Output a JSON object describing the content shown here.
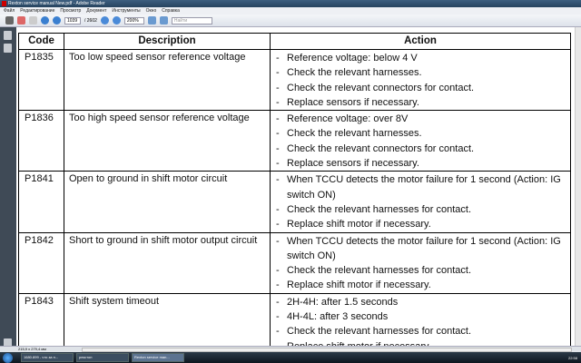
{
  "window": {
    "title": "Rexton service manual New.pdf - Adobe Reader"
  },
  "menu": [
    "Файл",
    "Редактирование",
    "Просмотр",
    "Документ",
    "Инструменты",
    "Окно",
    "Справка"
  ],
  "toolbar": {
    "page_current": "1039",
    "page_total": "/ 2602",
    "zoom": "200%",
    "search_placeholder": "Найти"
  },
  "table": {
    "headers": [
      "Code",
      "Description",
      "Action"
    ],
    "rows": [
      {
        "code": "P1835",
        "description": "Too low speed sensor reference voltage",
        "actions": [
          "Reference voltage: below 4 V",
          "Check the relevant harnesses.",
          "Check the relevant connectors for contact.",
          "Replace sensors if necessary."
        ]
      },
      {
        "code": "P1836",
        "description": "Too high speed sensor reference voltage",
        "actions": [
          "Reference voltage: over 8V",
          "Check the relevant harnesses.",
          "Check the relevant connectors for contact.",
          "Replace sensors if necessary."
        ]
      },
      {
        "code": "P1841",
        "description": "Open to ground in shift motor circuit",
        "actions": [
          "When TCCU detects the motor failure for 1 second (Action: IG switch ON)",
          "Check the relevant harnesses for contact.",
          "Replace shift motor if necessary."
        ]
      },
      {
        "code": "P1842",
        "description": "Short to ground in shift motor output circuit",
        "actions": [
          "When TCCU detects the motor failure for 1 second (Action: IG switch ON)",
          "Check the relevant harnesses for contact.",
          "Replace shift motor if necessary."
        ]
      },
      {
        "code": "P1843",
        "description": "Shift system timeout",
        "actions": [
          "2H-4H: after 1.5 seconds",
          "4H-4L: after 3 seconds",
          "Check the relevant harnesses for contact.",
          "Replace shift motor if necessary."
        ]
      }
    ]
  },
  "status": {
    "page_size": "215,9 x 279,4 мм"
  },
  "taskbar": {
    "tasks": [
      "1680.899 - что за п...",
      "рекстон",
      "Rexton service man..."
    ],
    "clock": "22:58"
  }
}
